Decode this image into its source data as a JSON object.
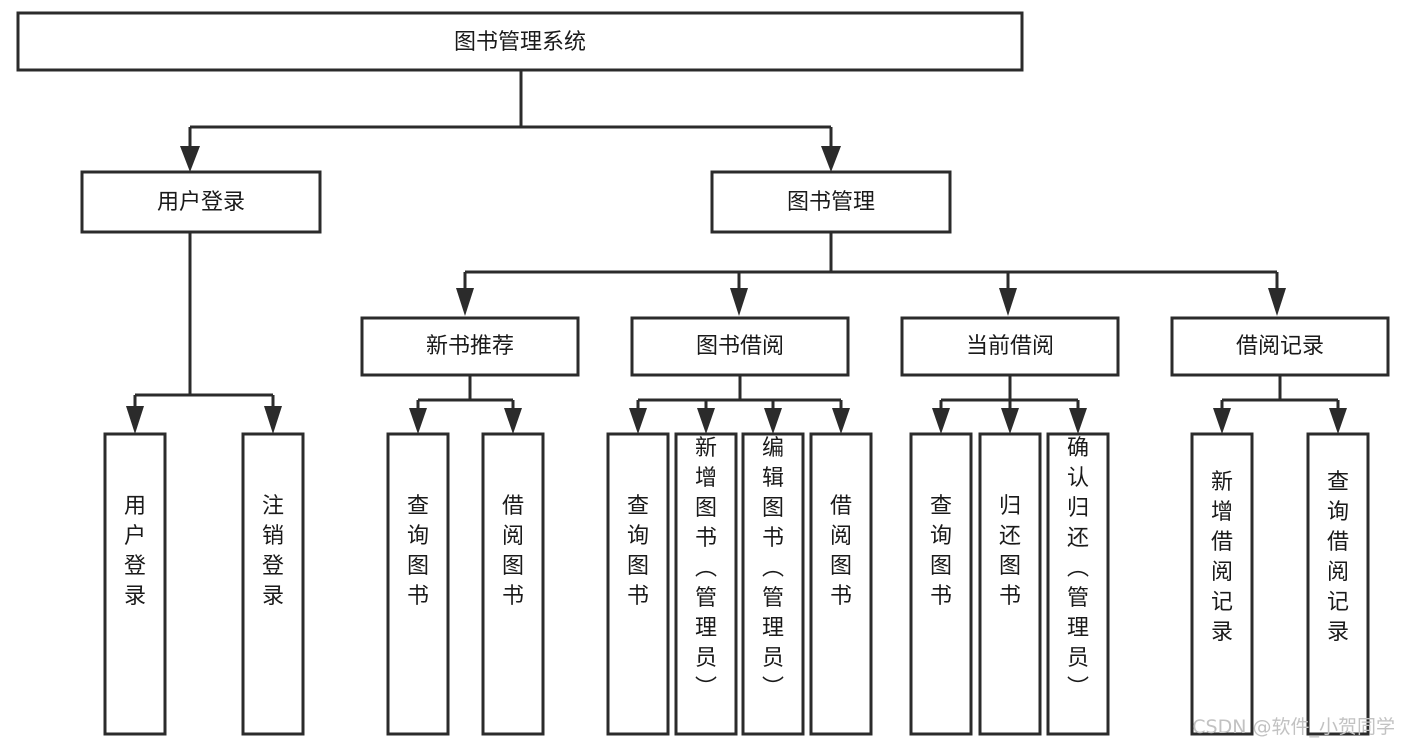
{
  "diagram": {
    "title": "图书管理系统",
    "type": "tree-hierarchy",
    "orientation": "top-down",
    "colors": {
      "background": "#ffffff",
      "box_fill": "#ffffff",
      "box_stroke": "#2b2b2b",
      "connector": "#2b2b2b",
      "text": "#1a1a1a",
      "watermark": "#c2c2c2"
    },
    "root": {
      "label": "图书管理系统"
    },
    "level2": [
      {
        "label": "用户登录"
      },
      {
        "label": "图书管理"
      }
    ],
    "level3": [
      {
        "label": "新书推荐"
      },
      {
        "label": "图书借阅"
      },
      {
        "label": "当前借阅"
      },
      {
        "label": "借阅记录"
      }
    ],
    "leaves": {
      "user_login": [
        {
          "label": "用户登录"
        },
        {
          "label": "注销登录"
        }
      ],
      "new_book_recommend": [
        {
          "label": "查询图书"
        },
        {
          "label": "借阅图书"
        }
      ],
      "book_borrow": [
        {
          "label": "查询图书"
        },
        {
          "label": "新增图书（管理员）"
        },
        {
          "label": "编辑图书（管理员）"
        },
        {
          "label": "借阅图书"
        }
      ],
      "current_borrow": [
        {
          "label": "查询图书"
        },
        {
          "label": "归还图书"
        },
        {
          "label": "确认归还（管理员）"
        }
      ],
      "borrow_record": [
        {
          "label": "新增借阅记录"
        },
        {
          "label": "查询借阅记录"
        }
      ]
    }
  },
  "watermark": {
    "text": "CSDN @软件_小贺同学"
  }
}
